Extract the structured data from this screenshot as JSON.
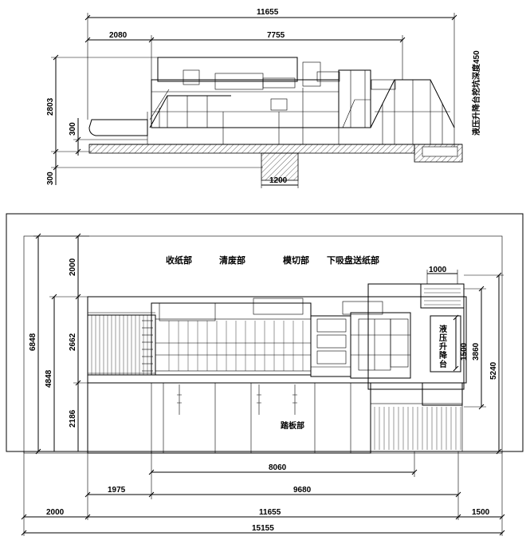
{
  "elevation": {
    "dims": {
      "total_length": "11655",
      "left_section": "2080",
      "main_section": "7755",
      "height": "2803",
      "floor_depth": "300",
      "pit_depth": "300",
      "pit_width": "1200"
    },
    "lift_table_note": "液压升降台挖坑深度450"
  },
  "plan": {
    "section_labels": {
      "delivery": "收纸部",
      "stripping": "清废部",
      "die_cutting": "模切部",
      "feeder": "下吸盘送纸部",
      "platform": "踏板部"
    },
    "side_note": "液压升降台",
    "dims": {
      "room_width": "6848",
      "machine_width": "4848",
      "top_margin": "2000",
      "upper_part": "2662",
      "lower_part": "2186",
      "feeder_top": "1000",
      "feeder_inner": "1500",
      "feeder_width": "3860",
      "feeder_total": "5240",
      "platform_length": "8060",
      "delivery_offset": "1975",
      "frame_length": "9680",
      "left_clearance": "2000",
      "machine_length": "11655",
      "right_clearance": "1500",
      "overall_length": "15155"
    }
  }
}
